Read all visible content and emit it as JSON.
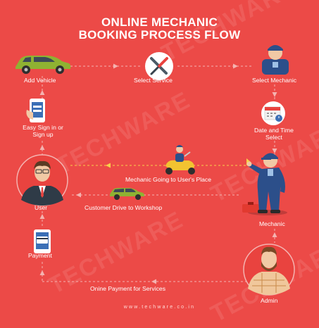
{
  "title_line1": "ONLINE MECHANIC",
  "title_line2": "BOOKING PROCESS FLOW",
  "steps": {
    "add_vehicle": "Add Vehicle",
    "select_service": "Select Service",
    "select_mechanic": "Select Mechanic",
    "sign_in_line1": "Easy Sign in or",
    "sign_in_line2": "Sign up",
    "date_time_line1": "Date and Time",
    "date_time_line2": "Select",
    "mechanic_going": "Mechanic Going to User's Place",
    "user": "User",
    "customer_drive": "Customer Drive to Workshop",
    "mechanic": "Mechanic",
    "payment": "Payment",
    "online_payment": "Onine Payment for Services",
    "admin": "Admin"
  },
  "watermark": "TECHWARE",
  "footer": "www.techware.co.in",
  "colors": {
    "background": "#ec4a47",
    "connector": "#f4b3b0",
    "dashed_accent": "#f7d04a",
    "white": "#ffffff"
  },
  "icons": {
    "vehicle": "green-car-icon",
    "service": "wrench-screwdriver-icon",
    "mechanic_head": "mechanic-avatar-icon",
    "signin": "phone-login-icon",
    "calendar": "calendar-clock-icon",
    "user": "businessman-avatar-icon",
    "scooter": "mechanic-scooter-icon",
    "mechanic": "mechanic-figure-icon",
    "payment": "card-payment-icon",
    "admin": "admin-avatar-icon"
  }
}
